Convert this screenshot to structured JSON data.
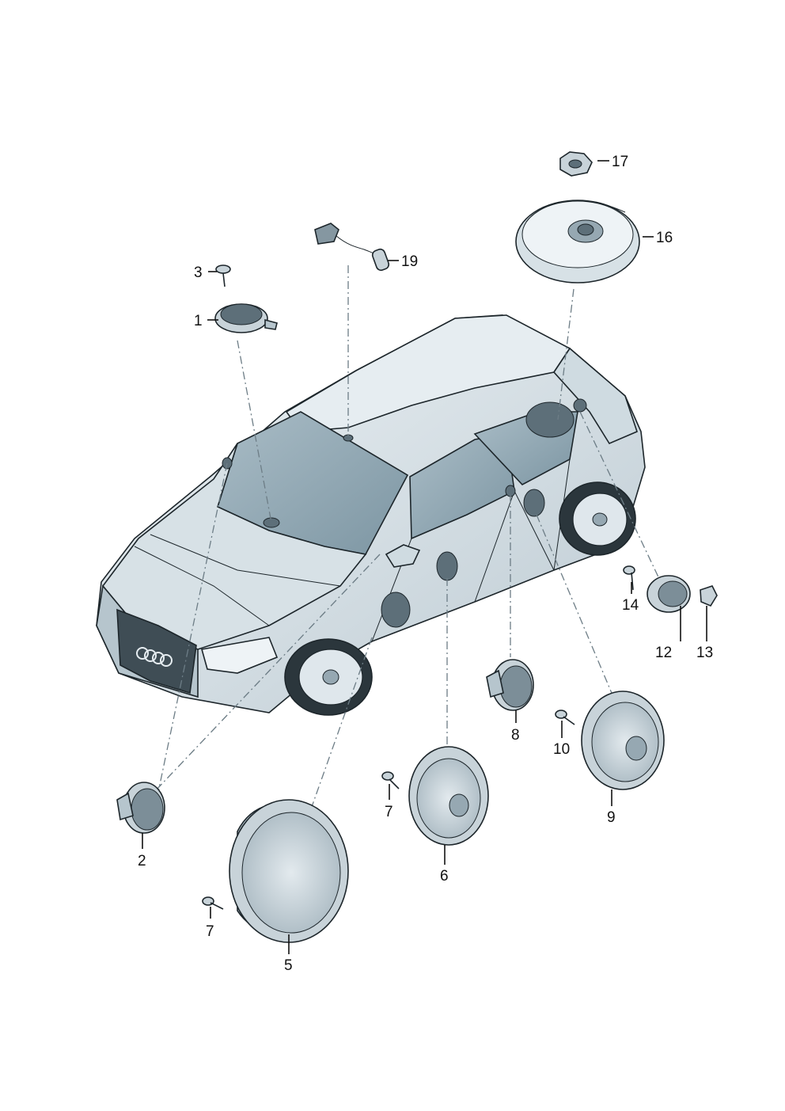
{
  "diagram": {
    "callouts": {
      "p1": "1",
      "p2": "2",
      "p3": "3",
      "p5": "5",
      "p6": "6",
      "p7a": "7",
      "p7b": "7",
      "p8": "8",
      "p9": "9",
      "p10": "10",
      "p12": "12",
      "p13": "13",
      "p14": "14",
      "p16": "16",
      "p17": "17",
      "p19": "19"
    }
  },
  "colors": {
    "body_light": "#dfe7ec",
    "body_mid": "#c3cfd6",
    "body_dark": "#96a8b2",
    "glass": "#8fa6b2",
    "part_fill": "#c8d3d9",
    "part_dark": "#7c8e98",
    "outline": "#1d262b"
  }
}
